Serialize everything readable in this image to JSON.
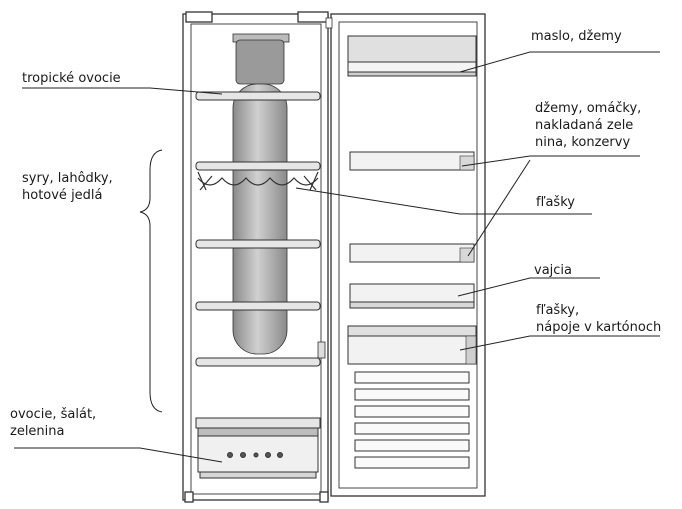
{
  "labels": {
    "tropical_fruit": "tropické ovocie",
    "cheese_line1": "syry, lahôdky,",
    "cheese_line2": "hotové jedlá",
    "veg_line1": "ovocie, šalát,",
    "veg_line2": "zelenina",
    "butter": "maslo, džemy",
    "jams_line1": "džemy, omáčky,",
    "jams_line2": "nakladaná zele",
    "jams_line3": "nina, konzervy",
    "bottles_door": "fľašky",
    "eggs": "vajcia",
    "bottles_line1": "fľašky,",
    "bottles_line2": "nápoje v kartónoch"
  },
  "colors": {
    "line": "#333333",
    "shelf_fill": "#e4e4e4",
    "column_fill": "#9a9a9a",
    "column_light": "#c8c8c8"
  }
}
